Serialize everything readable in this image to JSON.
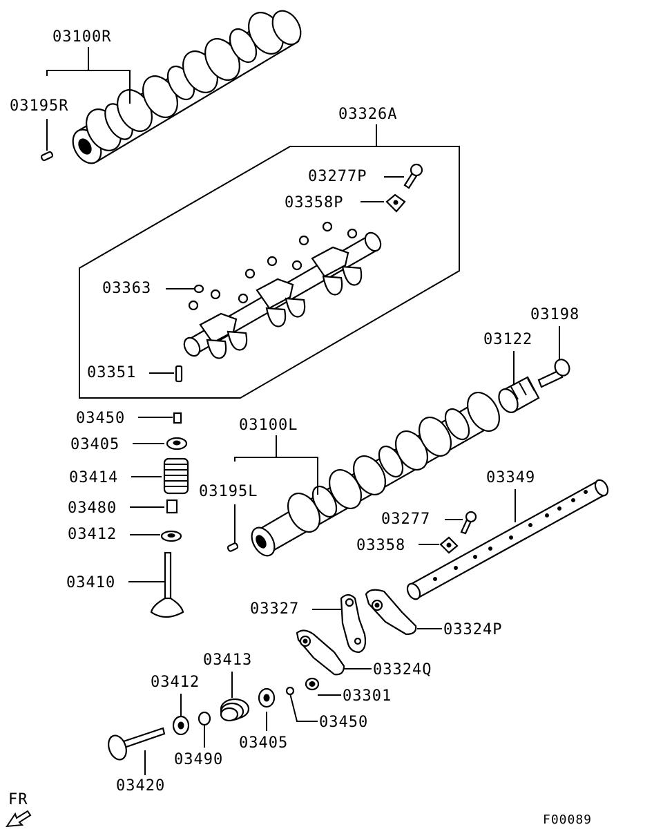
{
  "figure_code": "F00089",
  "direction_label": "FR",
  "labels": {
    "camshaft_right": "03100R",
    "dowel_pin_right": "03195R",
    "rocker_arm_assembly": "03326A",
    "bolt_03277p": "03277P",
    "washer_03358p": "03358P",
    "clip_03363": "03363",
    "screw_03351": "03351",
    "retainer_lock_top": "03450",
    "retainer_top": "03405",
    "spring_exhaust": "03414",
    "stem_seal_exhaust": "03480",
    "spring_seat_exhaust": "03412",
    "exhaust_valve": "03410",
    "camshaft_left": "03100L",
    "dowel_pin_left": "03195L",
    "sprocket_03122": "03122",
    "bolt_03198": "03198",
    "rocker_shaft": "03349",
    "bolt_03277": "03277",
    "washer_03358": "03358",
    "rocker_arm_03327": "03327",
    "rocker_arm_03324p": "03324P",
    "rocker_arm_03324q": "03324Q",
    "adjuster_03301": "03301",
    "retainer_lock_bottom": "03450",
    "spring_seat_intake": "03412",
    "spring_intake": "03413",
    "retainer_bottom": "03405",
    "stem_seal_intake": "03490",
    "intake_valve": "03420"
  }
}
